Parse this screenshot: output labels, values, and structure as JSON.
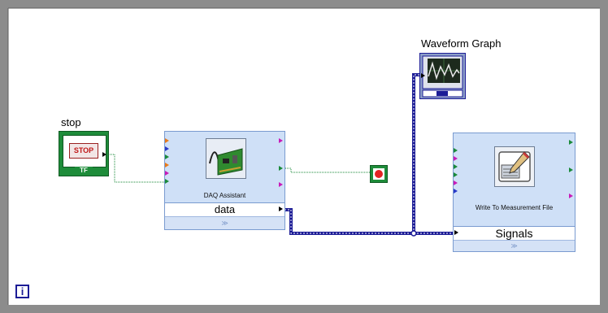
{
  "stop_control": {
    "label": "stop",
    "button_text": "STOP",
    "tf_text": "TF"
  },
  "daq_assistant": {
    "name": "DAQ Assistant",
    "output_field": "data"
  },
  "write_file": {
    "name": "Write To Measurement File",
    "input_field": "Signals"
  },
  "waveform_graph": {
    "label": "Waveform Graph"
  },
  "iteration_terminal": {
    "text": "i"
  },
  "expand_glyph": "≫",
  "colors": {
    "frame": "#8c8c8c",
    "block_bg": "#cfe0f7",
    "block_border": "#7a9bd0",
    "wire_dynamic": "#1c1c96",
    "wire_boolean": "#1a8a3a",
    "stop_button": "#e32424"
  }
}
